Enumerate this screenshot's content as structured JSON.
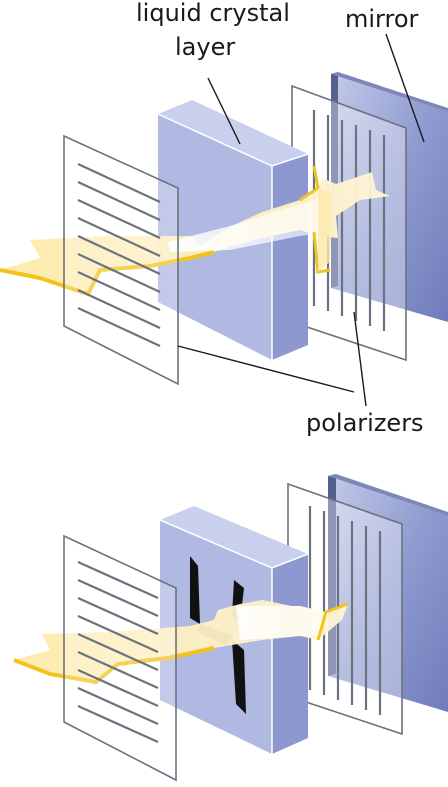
{
  "labels": {
    "liquid_crystal_line1": "liquid crystal",
    "liquid_crystal_line2": "layer",
    "mirror": "mirror",
    "polarizers": "polarizers"
  },
  "display_digit": "4",
  "colors": {
    "light_fill": "#FDE9A9",
    "light_edge": "#F2C31C",
    "crystal_front": "#A8B3DF",
    "crystal_side": "#8C98CF",
    "crystal_top": "#C9D0EE",
    "mirror_face": "#7F8DC6",
    "mirror_edge": "#55608F",
    "polarizer_line": "#6B7280",
    "segment": "#111111"
  },
  "icons": [
    "polarizer-panel",
    "liquid-crystal-block",
    "mirror-panel",
    "light-beam",
    "digit-segments"
  ]
}
